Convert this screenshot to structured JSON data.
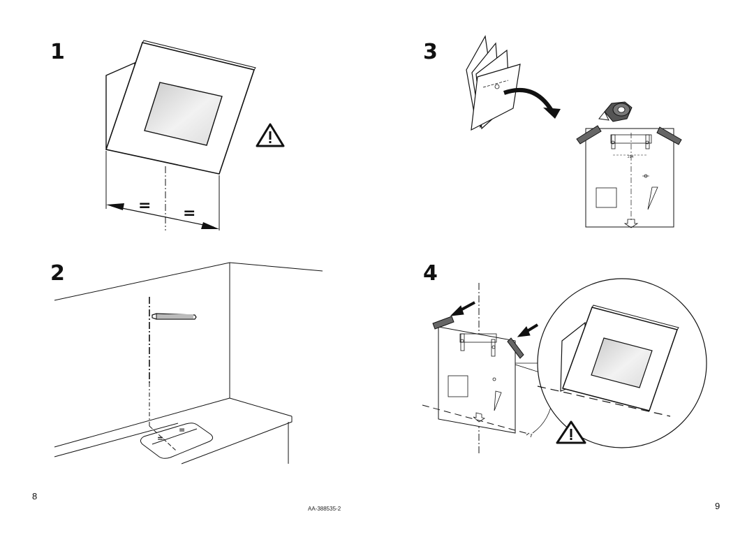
{
  "steps": [
    {
      "number": "1"
    },
    {
      "number": "2"
    },
    {
      "number": "3"
    },
    {
      "number": "4"
    }
  ],
  "labels": {
    "equal": "=",
    "dimension": "214"
  },
  "footer": {
    "page_left": "8",
    "page_right": "9",
    "document_code": "AA-388535-2"
  }
}
